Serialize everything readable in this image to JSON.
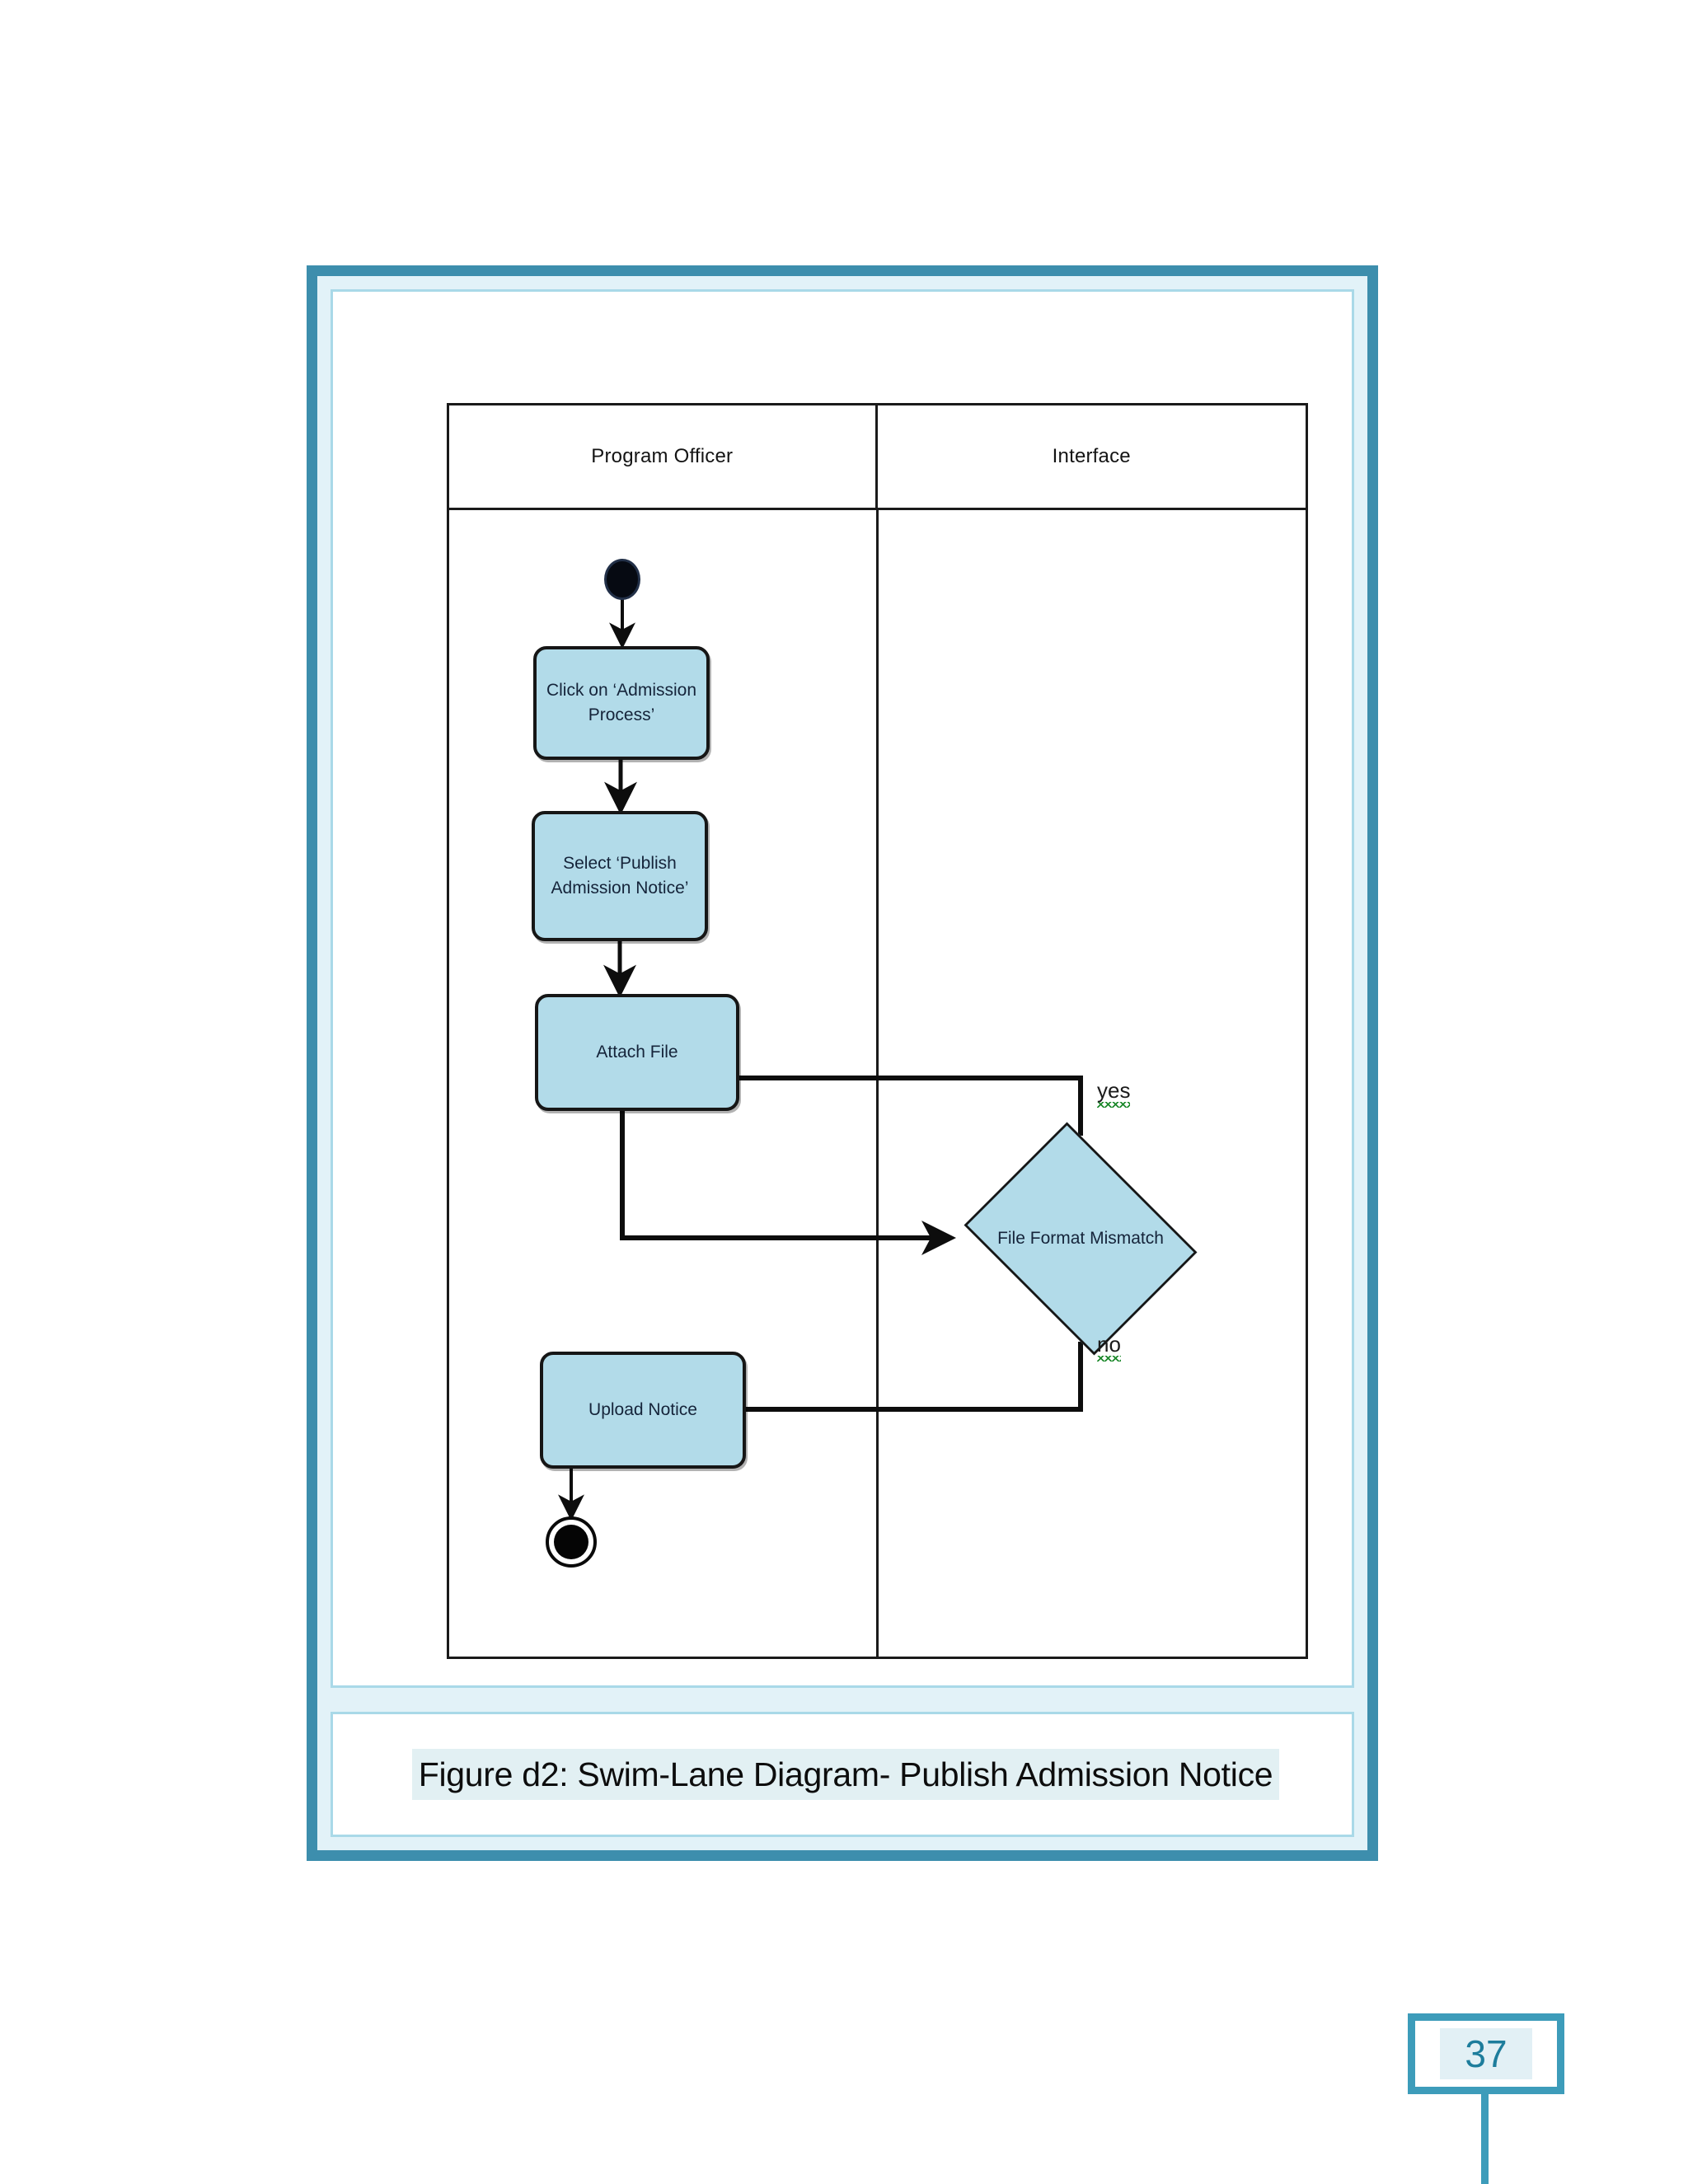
{
  "document": {
    "page_number": "37",
    "figure_caption": "Figure d2: Swim-Lane Diagram- Publish Admission Notice"
  },
  "colors": {
    "frame_border": "#3d8ead",
    "frame_fill": "#e2f2f8",
    "panel_border": "#a9d9e8",
    "node_fill": "#b2dbe9",
    "node_stroke": "#161616",
    "caption_highlight": "#e2f0f3",
    "page_badge": "#3d9cba",
    "spellcheck_underline": "#1f8a2e"
  },
  "diagram": {
    "type": "swimlane-activity-diagram",
    "title": "Publish Admission Notice",
    "lanes": [
      {
        "id": "lane-program-officer",
        "label": "Program Officer"
      },
      {
        "id": "lane-interface",
        "label": "Interface"
      }
    ],
    "nodes": [
      {
        "id": "start",
        "kind": "initial-node",
        "lane": "lane-program-officer",
        "label": ""
      },
      {
        "id": "click",
        "kind": "activity",
        "lane": "lane-program-officer",
        "label": "Click on ‘Admission Process’"
      },
      {
        "id": "select",
        "kind": "activity",
        "lane": "lane-program-officer",
        "label": "Select ‘Publish Admission Notice’"
      },
      {
        "id": "attach",
        "kind": "activity",
        "lane": "lane-program-officer",
        "label": "Attach File"
      },
      {
        "id": "decision",
        "kind": "decision",
        "lane": "lane-interface",
        "label": "File Format Mismatch"
      },
      {
        "id": "upload",
        "kind": "activity",
        "lane": "lane-program-officer",
        "label": "Upload Notice"
      },
      {
        "id": "end",
        "kind": "final-node",
        "lane": "lane-program-officer",
        "label": ""
      }
    ],
    "edges": [
      {
        "from": "start",
        "to": "click",
        "label": ""
      },
      {
        "from": "click",
        "to": "select",
        "label": ""
      },
      {
        "from": "select",
        "to": "attach",
        "label": ""
      },
      {
        "from": "attach",
        "to": "decision",
        "label": ""
      },
      {
        "from": "decision",
        "to": "attach",
        "label": "yes",
        "label_spellchecked": true
      },
      {
        "from": "decision",
        "to": "upload",
        "label": "no",
        "label_spellchecked": true
      },
      {
        "from": "upload",
        "to": "end",
        "label": ""
      }
    ],
    "branch_labels": {
      "yes": "yes",
      "no": "no"
    }
  }
}
